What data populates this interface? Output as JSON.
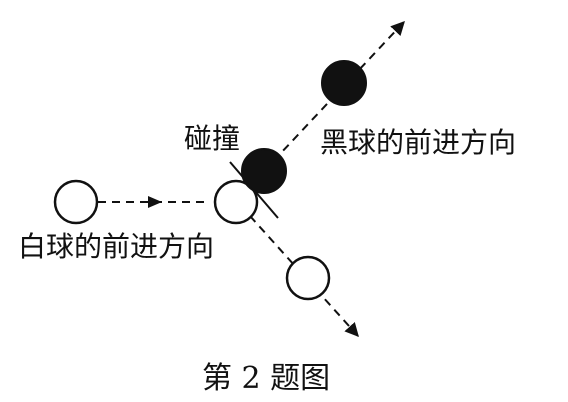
{
  "labels": {
    "collision": "碰撞",
    "black_direction": "黑球的前进方向",
    "white_direction": "白球的前进方向",
    "caption": "第 2 题图"
  },
  "colors": {
    "ink": "#111111",
    "paper": "#ffffff"
  }
}
